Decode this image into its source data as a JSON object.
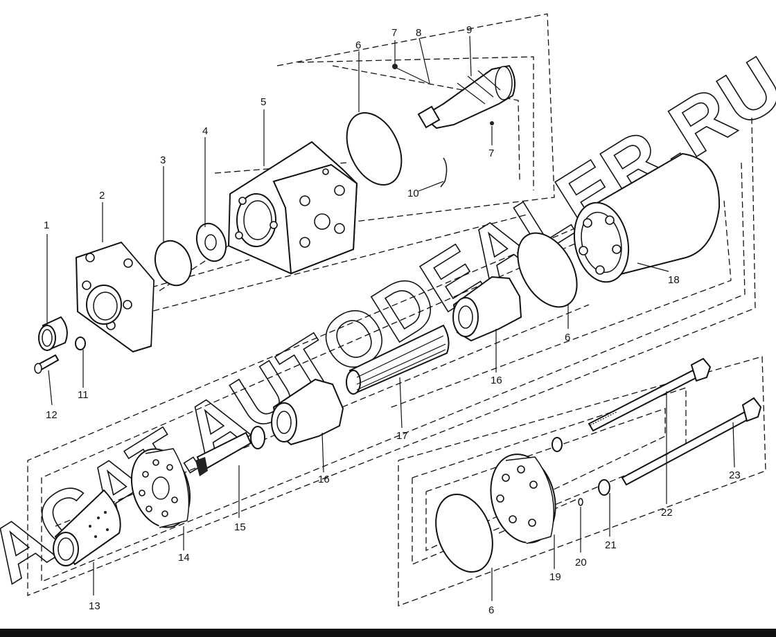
{
  "watermark": "ACAT.AUTODEALER.RU",
  "callouts": [
    {
      "id": "c1",
      "text": "1"
    },
    {
      "id": "c2",
      "text": "2"
    },
    {
      "id": "c3",
      "text": "3"
    },
    {
      "id": "c4",
      "text": "4"
    },
    {
      "id": "c5",
      "text": "5"
    },
    {
      "id": "c6a",
      "text": "6"
    },
    {
      "id": "c6b",
      "text": "6"
    },
    {
      "id": "c6c",
      "text": "6"
    },
    {
      "id": "c7a",
      "text": "7"
    },
    {
      "id": "c7b",
      "text": "7"
    },
    {
      "id": "c8",
      "text": "8"
    },
    {
      "id": "c9",
      "text": "9"
    },
    {
      "id": "c10",
      "text": "10"
    },
    {
      "id": "c11",
      "text": "11"
    },
    {
      "id": "c12",
      "text": "12"
    },
    {
      "id": "c13",
      "text": "13"
    },
    {
      "id": "c14",
      "text": "14"
    },
    {
      "id": "c15",
      "text": "15"
    },
    {
      "id": "c16a",
      "text": "16"
    },
    {
      "id": "c16b",
      "text": "16"
    },
    {
      "id": "c17",
      "text": "17"
    },
    {
      "id": "c18",
      "text": "18"
    },
    {
      "id": "c19",
      "text": "19"
    },
    {
      "id": "c20",
      "text": "20"
    },
    {
      "id": "c21",
      "text": "21"
    },
    {
      "id": "c22",
      "text": "22"
    },
    {
      "id": "c23",
      "text": "23"
    }
  ]
}
